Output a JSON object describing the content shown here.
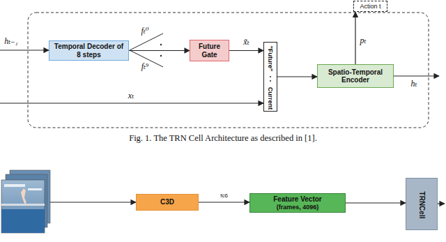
{
  "diagram": {
    "caption": "Fig. 1. The TRN Cell Architecture as described in [1].",
    "nodes": [
      {
        "text": [
          "Temporal Decoder of 8 steps"
        ]
      },
      {
        "text": [
          "Future Gate"
        ]
      },
      {
        "text": [
          "\"Future\"",
          "Current"
        ]
      },
      {
        "text": [
          "Spatio-Temporal Encoder"
        ]
      },
      {
        "text": [
          "Action t"
        ]
      },
      {
        "text": [
          "C3D"
        ]
      },
      {
        "text": [
          "Feature Vector",
          "(frames, 4096)"
        ]
      },
      {
        "text": [
          "TRNCell"
        ]
      }
    ],
    "edges": [
      {
        "from": 0,
        "to": 1,
        "arrow": "to"
      },
      {
        "from": 1,
        "to": 2,
        "label": "x̃ₜ",
        "arrow": "to"
      },
      {
        "from": 2,
        "to": 3,
        "arrow": "to"
      },
      {
        "from": 3,
        "to": 4,
        "label": "pₜ",
        "arrow": "to"
      },
      {
        "from": 5,
        "to": 6,
        "label": "fc6",
        "arrow": "to"
      },
      {
        "from": 6,
        "to": 7,
        "arrow": "to"
      }
    ],
    "labels": [
      "hₜ₋₁",
      "fₜ⁰",
      "fₜ⁹",
      "xₜ",
      "hₜ"
    ]
  }
}
